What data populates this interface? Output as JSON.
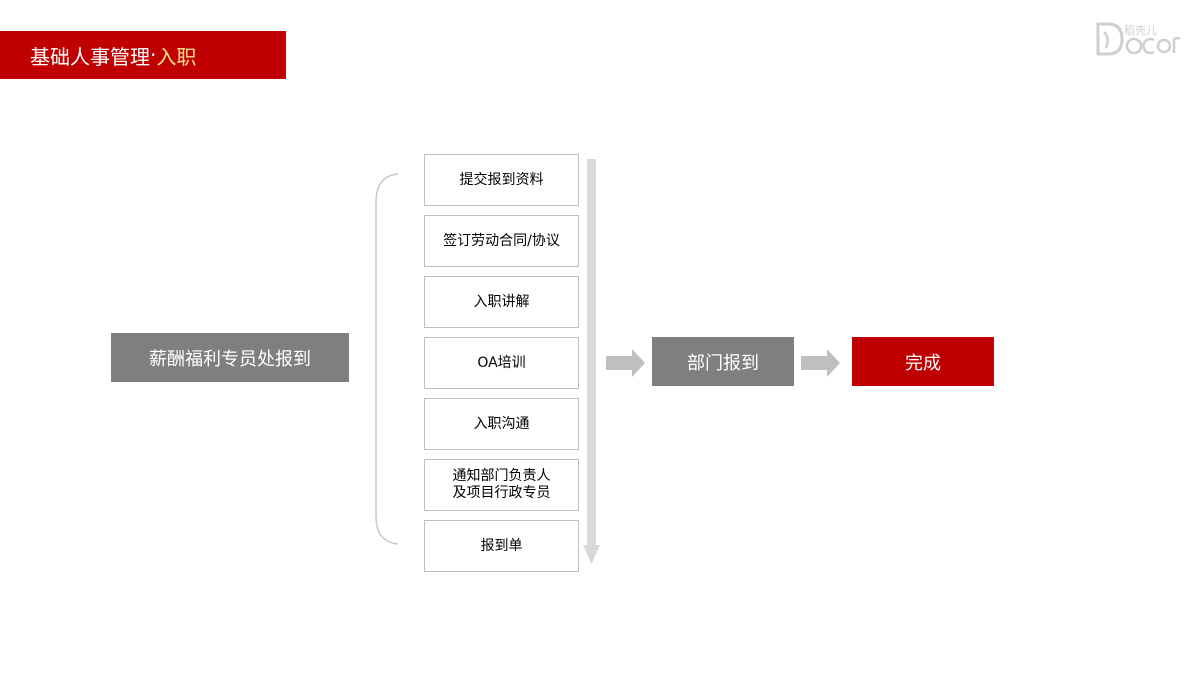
{
  "header": {
    "title_main": "基础人事管理",
    "title_sep": "·",
    "title_accent": "入职"
  },
  "logo": {
    "small_text": "稻壳儿",
    "brand_text": "Docer"
  },
  "start_box": {
    "label": "薪酬福利专员处报到"
  },
  "steps": [
    {
      "label": "提交报到资料"
    },
    {
      "label": "签订劳动合同/协议"
    },
    {
      "label": "入职讲解"
    },
    {
      "label": "OA培训"
    },
    {
      "label": "入职沟通"
    },
    {
      "label": "通知部门负责人\n及项目行政专员"
    },
    {
      "label": "报到单"
    }
  ],
  "dept_box": {
    "label": "部门报到"
  },
  "done_box": {
    "label": "完成"
  },
  "colors": {
    "accent_red": "#c00000",
    "gray_box": "#7f7f7f",
    "arrow_gray": "#bfbfbf",
    "flow_line": "#d9d9d9"
  }
}
